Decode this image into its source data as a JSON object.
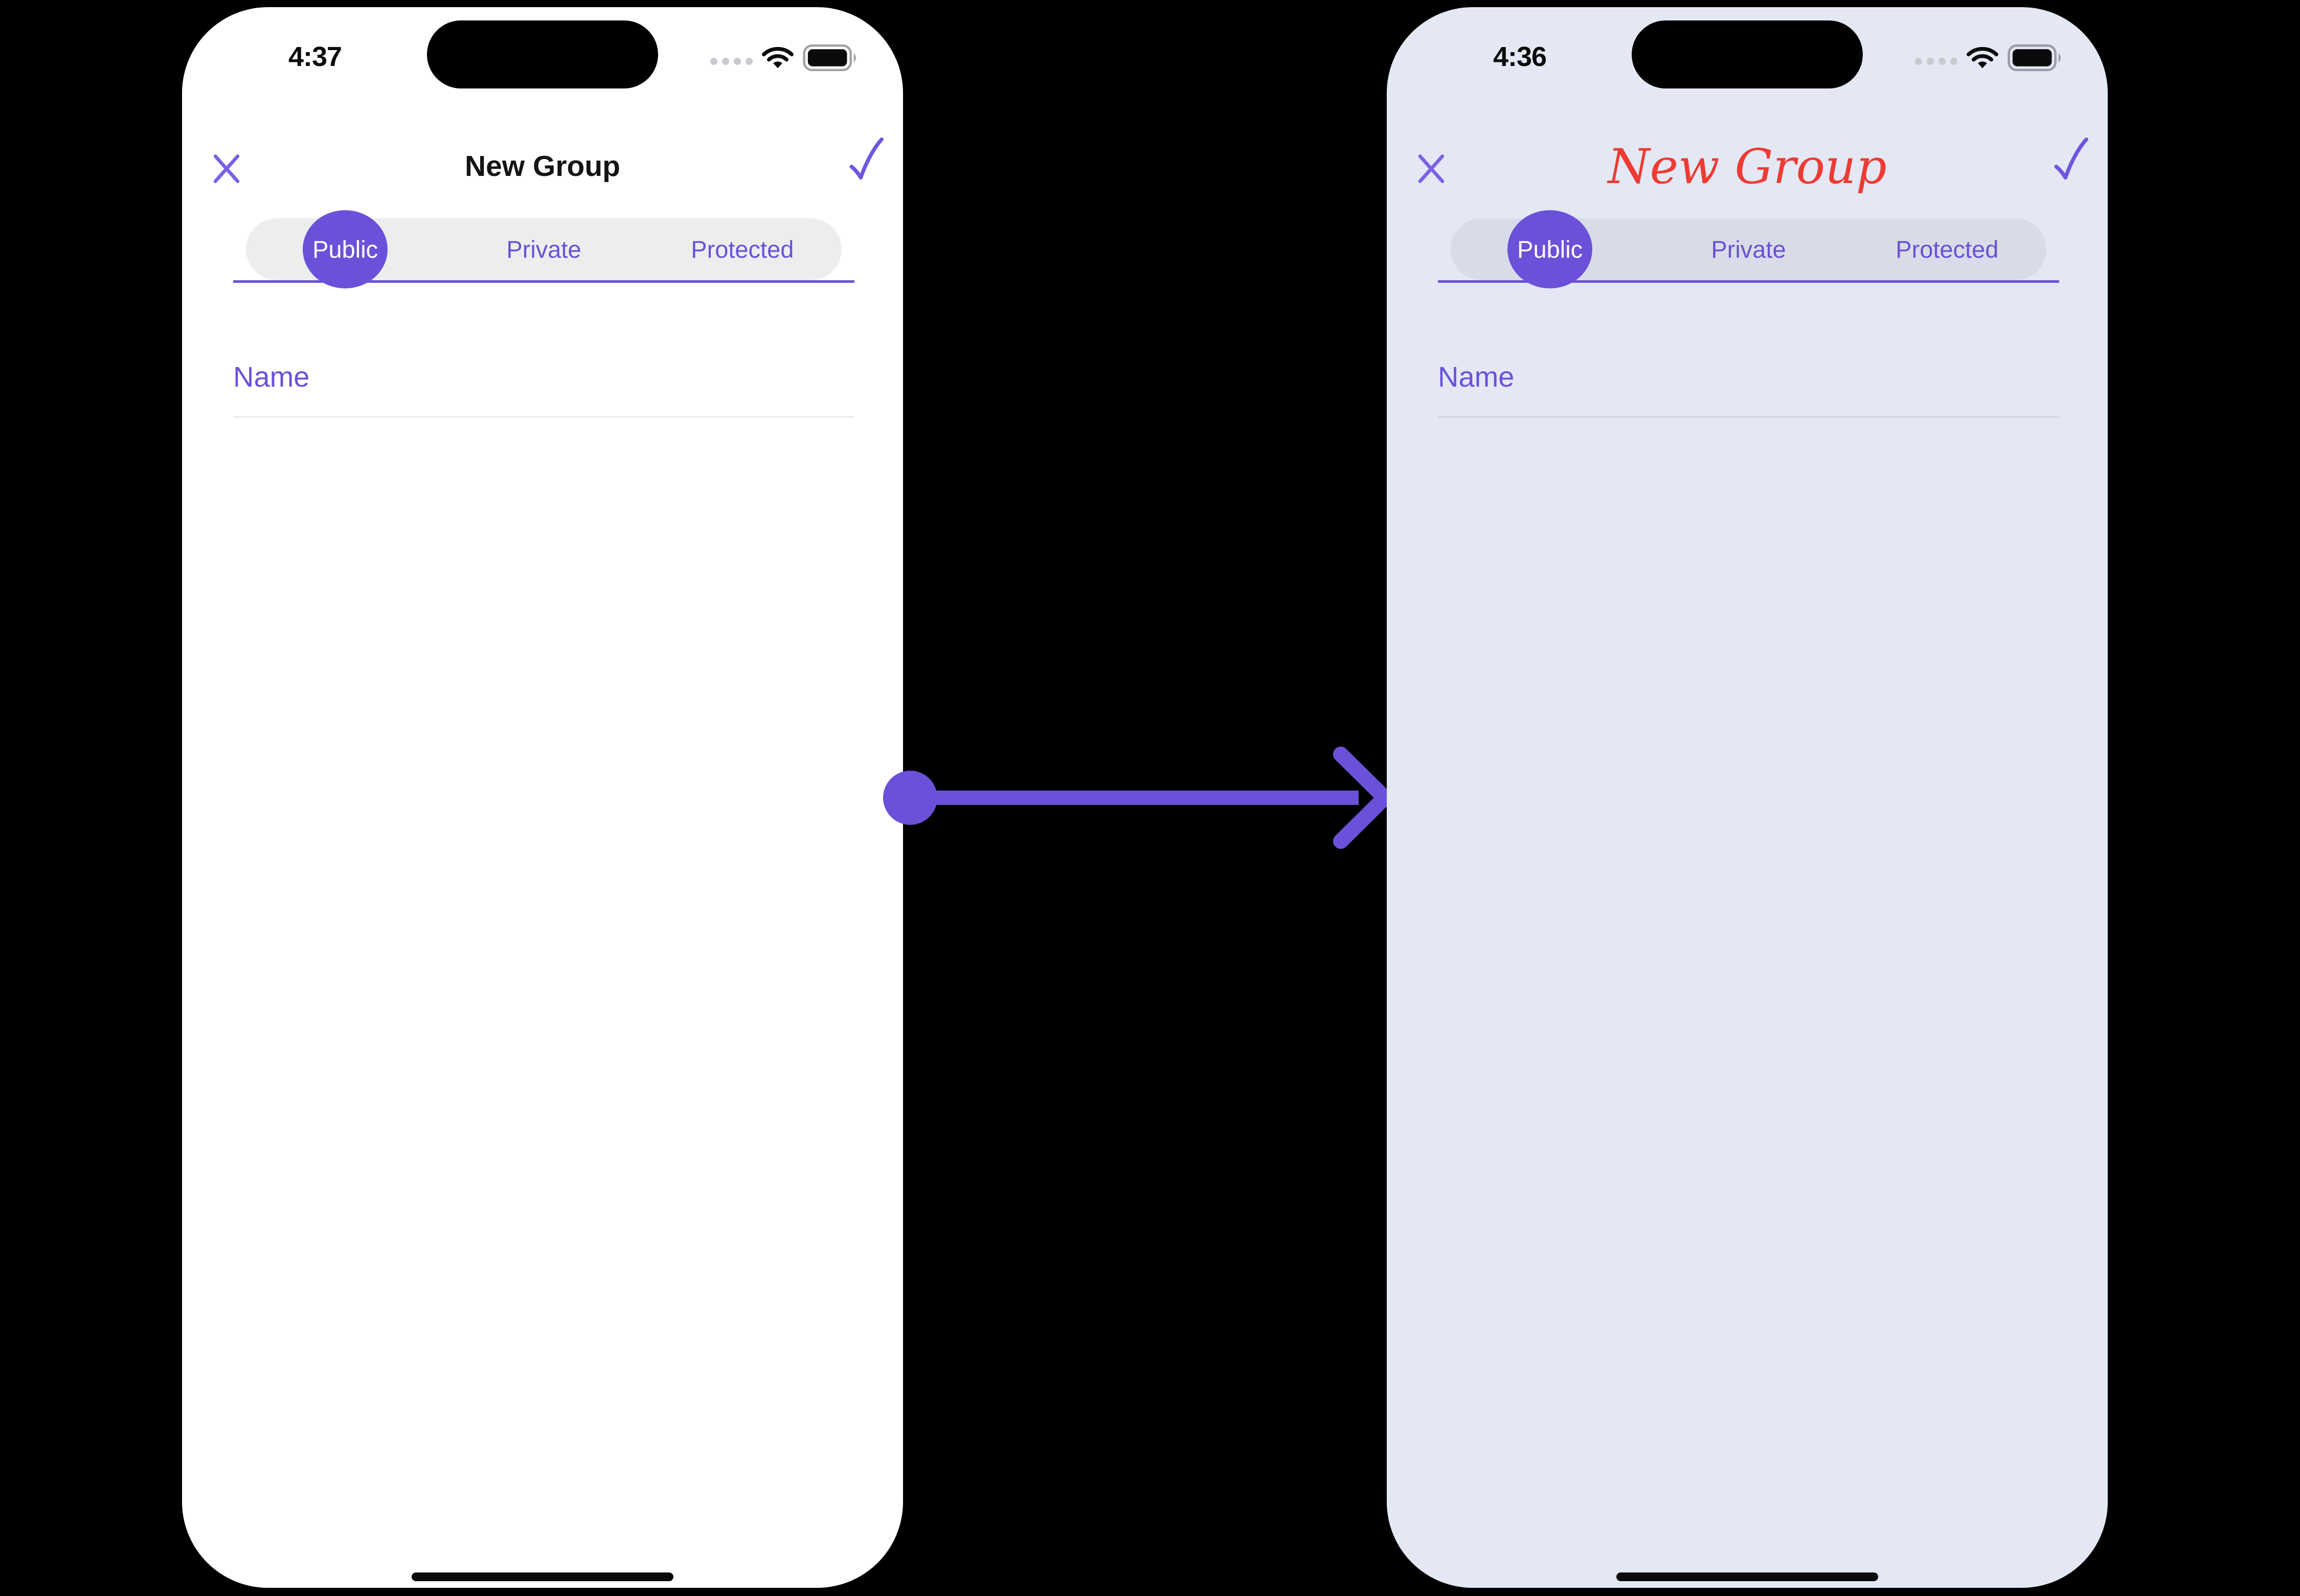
{
  "colors": {
    "canvas_bg": "#000000",
    "accent_purple": "#6B51D9",
    "script_red": "#EE3B33",
    "phone_before_bg": "#FFFFFF",
    "phone_after_bg": "#E3E8F4",
    "segment_bg_before": "#EDEDEE",
    "segment_bg_after": "#D8DCE8"
  },
  "icons": {
    "close": "✕",
    "confirm": "✓",
    "cellular": "••••",
    "wifi": "wifi-arcs",
    "battery": "battery-full",
    "dynamic_island": "black-pill",
    "home_indicator": "—",
    "transition_arrow": "→"
  },
  "arrow": {
    "direction": "left-to-right",
    "color": "#6B51D9"
  },
  "phones": [
    {
      "name": "before",
      "status_bar": {
        "time": "4:37"
      },
      "header": {
        "title": "New Group",
        "title_style": "plain-black"
      },
      "tabs": {
        "selected": "Public",
        "items": [
          "Public",
          "Private",
          "Protected"
        ]
      },
      "form": {
        "name_placeholder": "Name",
        "name_value": ""
      }
    },
    {
      "name": "after",
      "status_bar": {
        "time": "4:36"
      },
      "header": {
        "title": "New Group",
        "title_style": "red-script"
      },
      "tabs": {
        "selected": "Public",
        "items": [
          "Public",
          "Private",
          "Protected"
        ]
      },
      "form": {
        "name_placeholder": "Name",
        "name_value": ""
      }
    }
  ]
}
